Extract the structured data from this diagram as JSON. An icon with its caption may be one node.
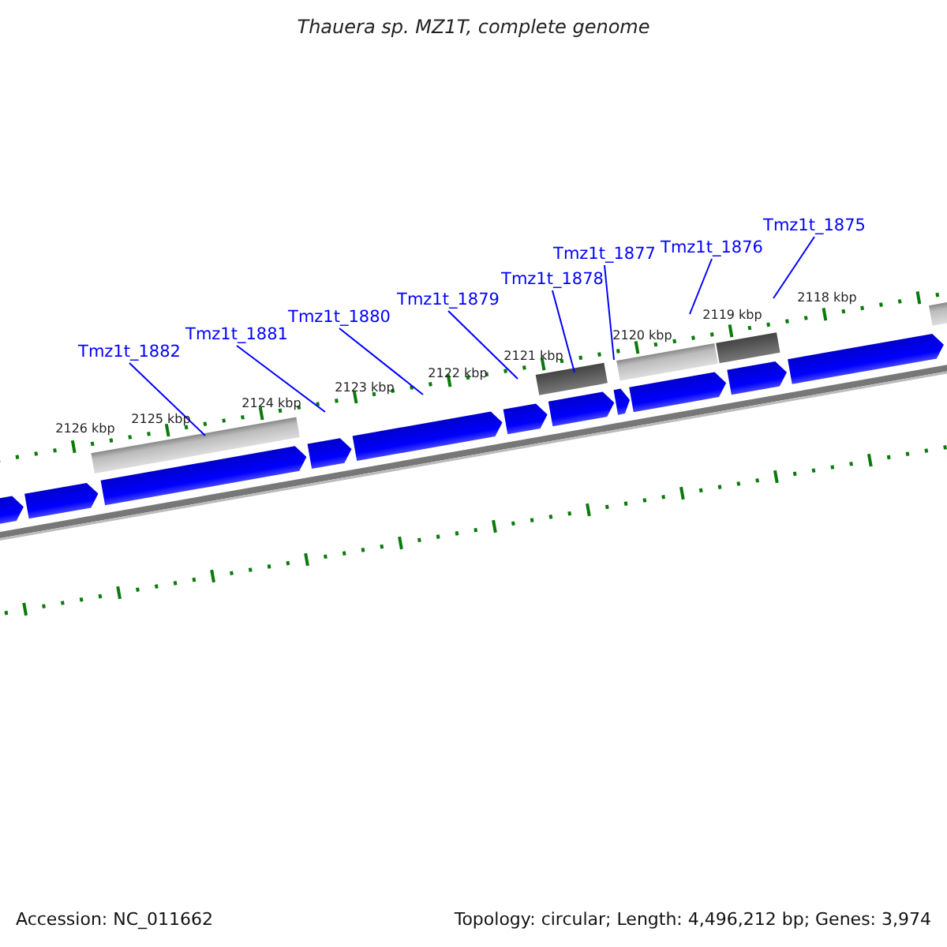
{
  "diagram": {
    "title": "Thauera sp. MZ1T, complete genome",
    "nodes": [
      {
        "text": [
          "Tmz1t_1882"
        ]
      },
      {
        "text": [
          "Tmz1t_1881"
        ]
      },
      {
        "text": [
          "Tmz1t_1880"
        ]
      },
      {
        "text": [
          "Tmz1t_1879"
        ]
      },
      {
        "text": [
          "Tmz1t_1878"
        ]
      },
      {
        "text": [
          "Tmz1t_1877"
        ]
      },
      {
        "text": [
          "Tmz1t_1876"
        ]
      },
      {
        "text": [
          "Tmz1t_1875"
        ]
      }
    ],
    "edges": [
      {
        "from": 0,
        "to": null,
        "arrow": "none"
      },
      {
        "from": 1,
        "to": null,
        "arrow": "none"
      },
      {
        "from": 2,
        "to": null,
        "arrow": "none"
      },
      {
        "from": 3,
        "to": null,
        "arrow": "none"
      },
      {
        "from": 4,
        "to": null,
        "arrow": "none"
      },
      {
        "from": 5,
        "to": null,
        "arrow": "none"
      },
      {
        "from": 6,
        "to": null,
        "arrow": "none"
      },
      {
        "from": 7,
        "to": null,
        "arrow": "none"
      }
    ],
    "labels": [
      "2126 kbp",
      "2125 kbp",
      "2124 kbp",
      "2123 kbp",
      "2122 kbp",
      "2121 kbp",
      "2120 kbp",
      "2119 kbp",
      "2118 kbp",
      "Accession: NC_011662",
      "Topology: circular; Length: 4,496,212 bp; Genes: 3,974"
    ]
  }
}
